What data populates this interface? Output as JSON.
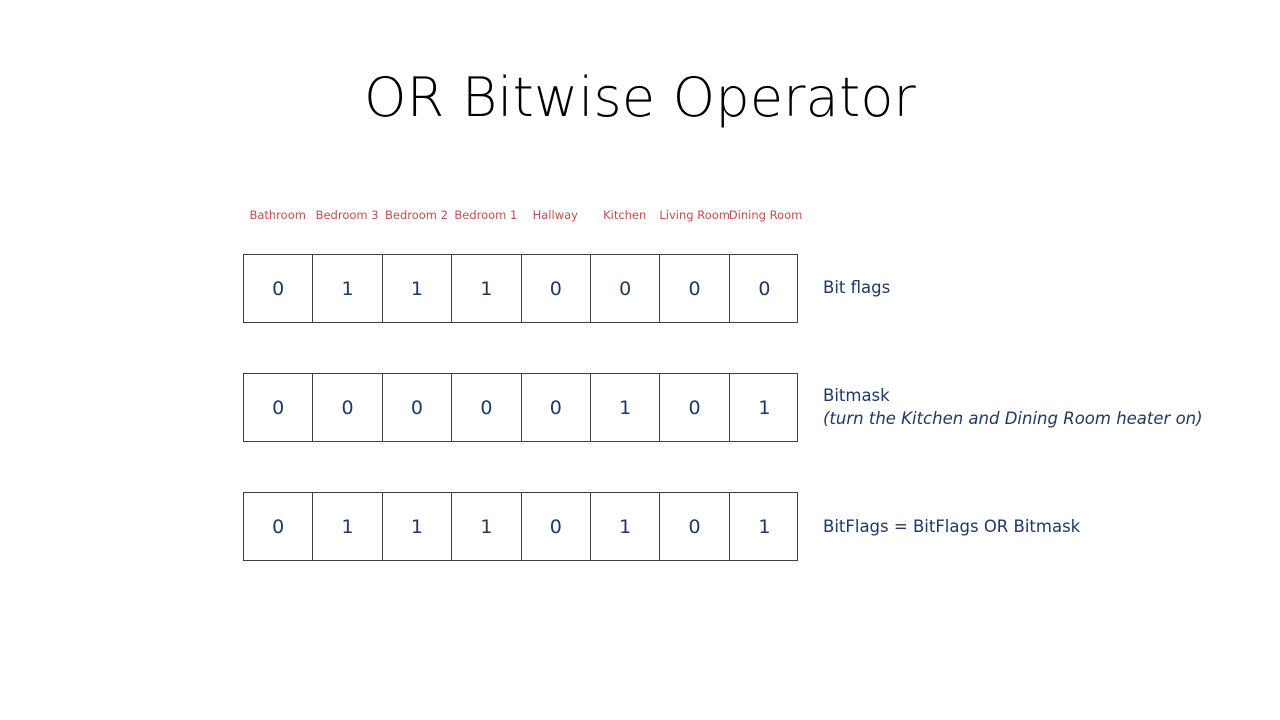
{
  "slide": {
    "title": "OR Bitwise Operator",
    "background_color": "#ffffff",
    "title_color": "#000000"
  },
  "colors": {
    "header_label": "#c0504d",
    "bit_digit": "#1f3864",
    "annotation": "#1f3864",
    "cell_border": "#404040"
  },
  "diagram": {
    "columns": [
      {
        "label": "Bathroom"
      },
      {
        "label": "Bedroom 3"
      },
      {
        "label": "Bedroom 2"
      },
      {
        "label": "Bedroom 1"
      },
      {
        "label": "Hallway"
      },
      {
        "label": "Kitchen"
      },
      {
        "label": "Living Room"
      },
      {
        "label": "Dining Room"
      }
    ],
    "rows": [
      {
        "name": "bit-flags",
        "bits": [
          "0",
          "1",
          "1",
          "1",
          "0",
          "0",
          "0",
          "0"
        ],
        "label": "Bit flags",
        "sublabel": ""
      },
      {
        "name": "bitmask",
        "bits": [
          "0",
          "0",
          "0",
          "0",
          "0",
          "1",
          "0",
          "1"
        ],
        "label": "Bitmask",
        "sublabel": "(turn the Kitchen and Dining Room heater on)"
      },
      {
        "name": "result",
        "bits": [
          "0",
          "1",
          "1",
          "1",
          "0",
          "1",
          "0",
          "1"
        ],
        "label": "BitFlags = BitFlags OR Bitmask",
        "sublabel": ""
      }
    ]
  }
}
